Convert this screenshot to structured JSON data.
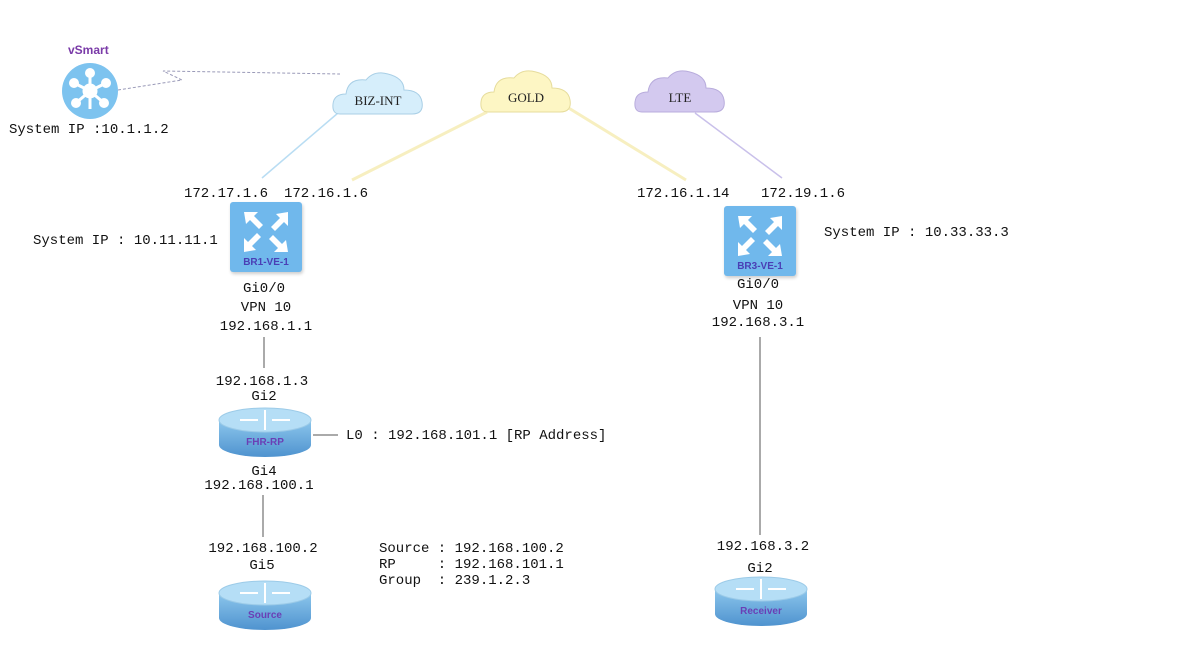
{
  "vsmart": {
    "title": "vSmart",
    "system_ip": "System IP :10.1.1.2"
  },
  "clouds": [
    {
      "label": "BIZ-INT",
      "color": "#d6eefb"
    },
    {
      "label": "GOLD",
      "color": "#fdf6c4"
    },
    {
      "label": "LTE",
      "color": "#d3c9ef"
    }
  ],
  "br1": {
    "name": "BR1-VE-1",
    "system_ip": "System IP : 10.11.11.1",
    "wan_ip_biz": "172.17.1.6",
    "wan_ip_gold": "172.16.1.6",
    "lan_if": "Gi0/0",
    "vpn": "VPN 10",
    "lan_ip": "192.168.1.1"
  },
  "br3": {
    "name": "BR3-VE-1",
    "system_ip": "System IP : 10.33.33.3",
    "wan_ip_gold": "172.16.1.14",
    "wan_ip_lte": "172.19.1.6",
    "lan_if": "Gi0/0",
    "vpn": "VPN 10",
    "lan_ip": "192.168.3.1"
  },
  "fhr": {
    "name": "FHR-RP",
    "up_ip": "192.168.1.3",
    "up_if": "Gi2",
    "loopback": "L0 : 192.168.101.1 [RP Address]",
    "down_if": "Gi4",
    "down_ip": "192.168.100.1"
  },
  "source": {
    "name": "Source",
    "ip": "192.168.100.2",
    "if": "Gi5"
  },
  "receiver": {
    "name": "Receiver",
    "ip": "192.168.3.2",
    "if": "Gi2"
  },
  "multicast_info": {
    "source": "Source : 192.168.100.2",
    "rp": "RP     : 192.168.101.1",
    "group": "Group  : 239.1.2.3"
  },
  "link_colors": {
    "biz": "#b9ddf3",
    "gold": "#f7efc0",
    "lte": "#c9c0ea",
    "lan": "#555555",
    "control": "#9a9ab8"
  }
}
